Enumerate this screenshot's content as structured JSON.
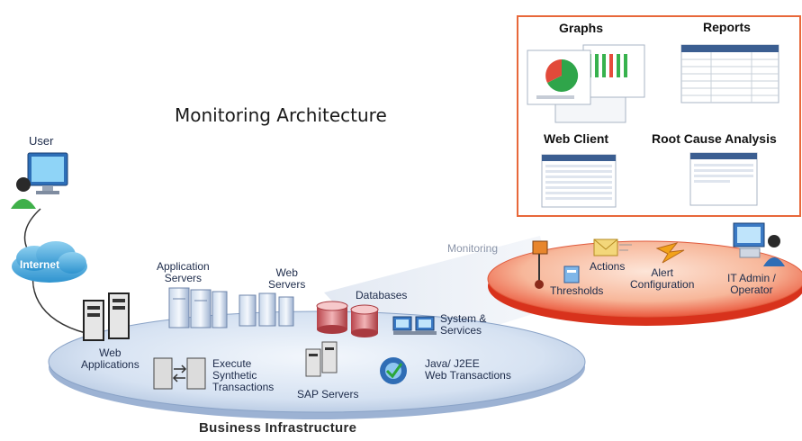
{
  "title": "Monitoring Architecture",
  "user_label": "User",
  "internet_label": "Internet",
  "monitoring_label": "Monitoring",
  "business_label": "Business Infrastructure",
  "panel": {
    "graphs": "Graphs",
    "reports": "Reports",
    "web_client": "Web Client",
    "rca": "Root Cause Analysis"
  },
  "infra": {
    "web_apps": "Web\nApplications",
    "app_servers": "Application\nServers",
    "web_servers": "Web\nServers",
    "databases": "Databases",
    "system": "System &\nServices",
    "synthetic": "Execute\nSynthetic\nTransactions",
    "sap": "SAP Servers",
    "j2ee": "Java/ J2EE\nWeb Transactions"
  },
  "monitor": {
    "thresholds": "Thresholds",
    "actions": "Actions",
    "alert": "Alert\nConfiguration",
    "admin": "IT Admin /\nOperator"
  },
  "colors": {
    "panel_border": "#e8683a",
    "red_disc": "#e8442a",
    "blue_disc": "#c9d9ee"
  }
}
